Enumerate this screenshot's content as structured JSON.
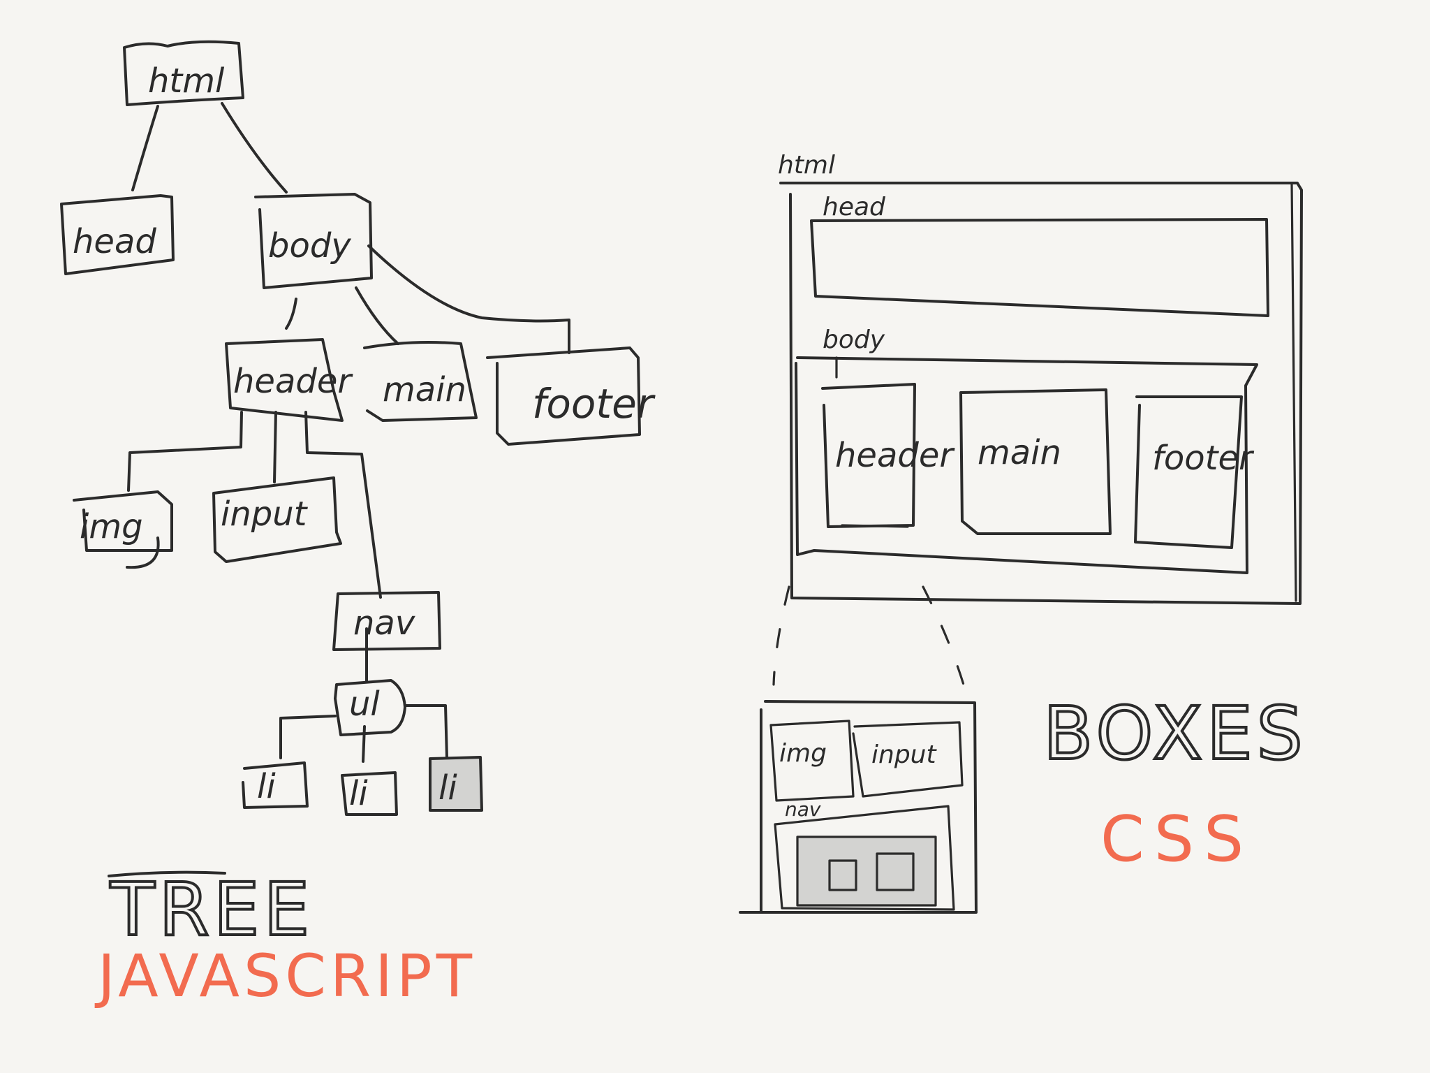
{
  "tree": {
    "html": "html",
    "head": "head",
    "body": "body",
    "header": "header",
    "main": "main",
    "footer": "footer",
    "img": "img",
    "input": "input",
    "nav": "nav",
    "ul": "ul",
    "li": [
      "li",
      "li",
      "li"
    ],
    "title": "TREE",
    "subtitle": "JAVASCRIPT"
  },
  "boxes": {
    "html": "html",
    "head": "head",
    "body": "body",
    "header": "header",
    "main": "main",
    "footer": "footer",
    "title": "BOXES",
    "subtitle": "CSS"
  },
  "zoom": {
    "img": "img",
    "input": "input",
    "nav": "nav"
  },
  "colors": {
    "ink": "#2b2b2b",
    "accent": "#f26b4f",
    "highlight": "#d3d3d1",
    "paper": "#f6f5f2"
  }
}
